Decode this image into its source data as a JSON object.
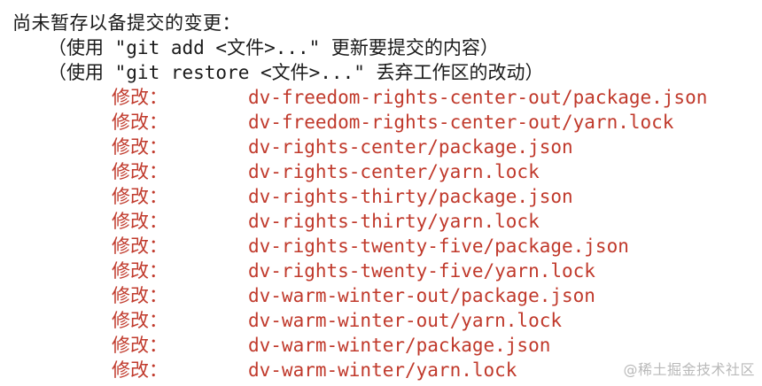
{
  "terminal": {
    "heading": "尚未暂存以备提交的变更：",
    "hints": [
      "（使用 \"git add <文件>...\" 更新要提交的内容）",
      "（使用 \"git restore <文件>...\" 丢弃工作区的改动）"
    ],
    "files": [
      {
        "status": "修改：",
        "path": "dv-freedom-rights-center-out/package.json"
      },
      {
        "status": "修改：",
        "path": "dv-freedom-rights-center-out/yarn.lock"
      },
      {
        "status": "修改：",
        "path": "dv-rights-center/package.json"
      },
      {
        "status": "修改：",
        "path": "dv-rights-center/yarn.lock"
      },
      {
        "status": "修改：",
        "path": "dv-rights-thirty/package.json"
      },
      {
        "status": "修改：",
        "path": "dv-rights-thirty/yarn.lock"
      },
      {
        "status": "修改：",
        "path": "dv-rights-twenty-five/package.json"
      },
      {
        "status": "修改：",
        "path": "dv-rights-twenty-five/yarn.lock"
      },
      {
        "status": "修改：",
        "path": "dv-warm-winter-out/package.json"
      },
      {
        "status": "修改：",
        "path": "dv-warm-winter-out/yarn.lock"
      },
      {
        "status": "修改：",
        "path": "dv-warm-winter/package.json"
      },
      {
        "status": "修改：",
        "path": "dv-warm-winter/yarn.lock"
      }
    ]
  },
  "watermark": "@稀土掘金技术社区",
  "colors": {
    "modified": "#c0392b",
    "text": "#1a1a1a",
    "watermark": "#b9b9b9"
  }
}
